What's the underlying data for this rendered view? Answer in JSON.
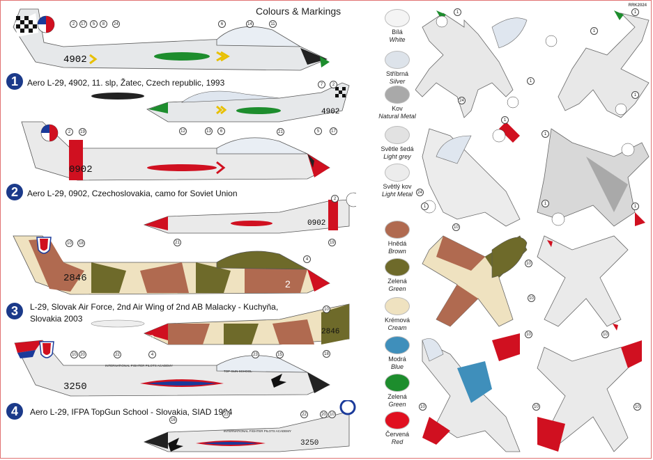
{
  "header": {
    "title": "Colours & Markings",
    "code": "RRK2024"
  },
  "variants": [
    {
      "number": "1",
      "caption": "Aero L-29, 4902, 11. slp, Žatec, Czech republic, 1993",
      "serial": "4902"
    },
    {
      "number": "2",
      "caption": "Aero L-29, 0902, Czechoslovakia, camo for Soviet Union",
      "serial": "0902"
    },
    {
      "number": "3",
      "caption_line1": "L-29, Slovak Air Force, 2nd Air Wing of 2nd AB Malacky - Kuchyňa,",
      "caption_line2": "Slovakia 2003",
      "serial": "2846",
      "nose_number": "2"
    },
    {
      "number": "4",
      "caption": "Aero L-29, IFPA TopGun School - Slovakia, SIAD 1994",
      "serial": "3250"
    }
  ],
  "palette": [
    {
      "cz": "Bílá",
      "en": "White",
      "color": "#f4f4f4"
    },
    {
      "cz": "Stříbrná",
      "en": "Silver",
      "color": "#dde3ea"
    },
    {
      "cz": "Kov",
      "en": "Natural Metal",
      "color": "#a9a9a9"
    },
    {
      "cz": "Světle šedá",
      "en": "Light grey",
      "color": "#e2e2e2"
    },
    {
      "cz": "Světlý kov",
      "en": "Light Metal",
      "color": "#ececec"
    },
    {
      "cz": "Hnědá",
      "en": "Brown",
      "color": "#b06a50"
    },
    {
      "cz": "Zelená",
      "en": "Green",
      "color": "#6e6a2a"
    },
    {
      "cz": "Krémová",
      "en": "Cream",
      "color": "#efe2c0"
    },
    {
      "cz": "Modrá",
      "en": "Blue",
      "color": "#3f8fbb"
    },
    {
      "cz": "Zelená",
      "en": "Green",
      "color": "#1d8d2d"
    },
    {
      "cz": "Červená",
      "en": "Red",
      "color": "#e01020"
    }
  ],
  "callouts": {
    "v1_side": [
      "2",
      "17",
      "5",
      "8",
      "24",
      "6",
      "14",
      "11"
    ],
    "v1_right": [
      "7",
      "2",
      "12",
      "13",
      "6",
      "5",
      "17"
    ],
    "v2_side": [
      "2",
      "19",
      "21"
    ],
    "v2_right": [
      "2",
      "21",
      "19"
    ],
    "v3_side": [
      "10",
      "18",
      "4"
    ],
    "v3_right": [
      "10",
      "18"
    ],
    "v4_side": [
      "10",
      "20",
      "22",
      "4",
      "23",
      "15"
    ],
    "v4_right": [
      "16",
      "23",
      "22",
      "20",
      "10"
    ],
    "plan": [
      "1",
      "1",
      "24",
      "1",
      "1",
      "1",
      "24",
      "1",
      "1",
      "1",
      "1",
      "1",
      "10",
      "10",
      "10",
      "10",
      "10",
      "10",
      "10",
      "10"
    ]
  },
  "texts": {
    "ifpa": "INTERNATIONAL FIGHTER PILOTS ACADEMY",
    "topgun": "TOP GUN SCHOOL"
  }
}
